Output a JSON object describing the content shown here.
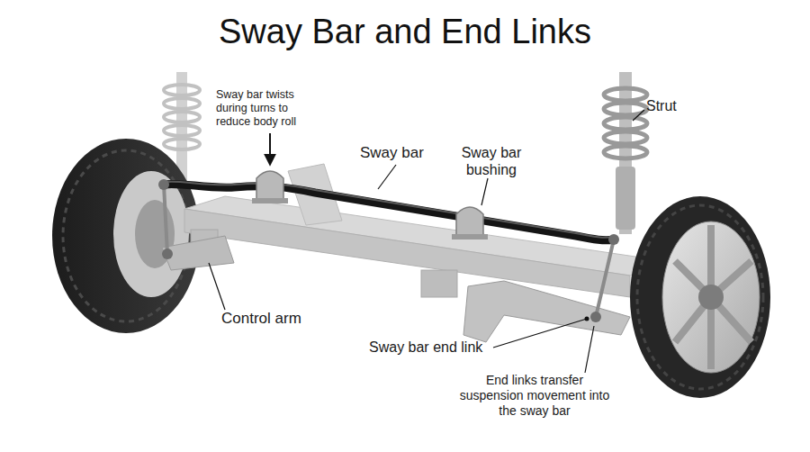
{
  "diagram": {
    "title": "Sway Bar and End Links",
    "labels": [
      "Sway bar twists during turns to reduce body roll",
      "Strut",
      "Sway bar bushing",
      "Sway bar",
      "Control arm",
      "Sway bar end link",
      "End links transfer suspension movement into the sway bar"
    ]
  }
}
